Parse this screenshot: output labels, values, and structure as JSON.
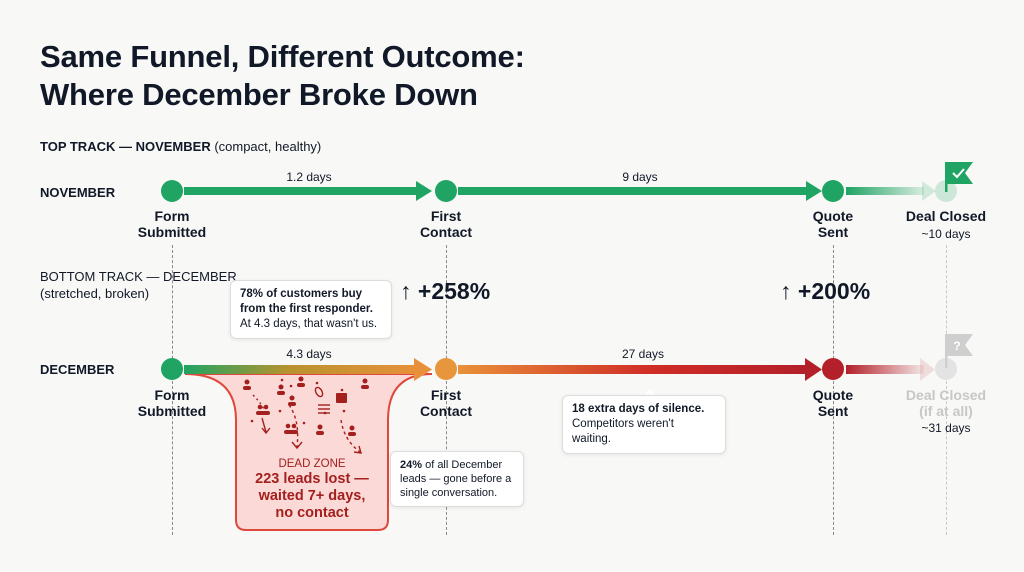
{
  "title": {
    "line1": "Same Funnel, Different Outcome:",
    "line2": "Where December Broke Down"
  },
  "top_section": {
    "label_bold": "TOP TRACK — NOVEMBER",
    "label_rest": " (compact, healthy)"
  },
  "bottom_section": {
    "label_bold": "BOTTOM TRACK — DECEMBER",
    "label_rest": "(stretched, broken)"
  },
  "november": {
    "track_label": "NOVEMBER",
    "color": "#1fa463",
    "stages": [
      {
        "label_line1": "Form",
        "label_line2": "Submitted"
      },
      {
        "label_line1": "First",
        "label_line2": "Contact"
      },
      {
        "label_line1": "Quote",
        "label_line2": "Sent"
      },
      {
        "label_line1": "Deal Closed",
        "sub": "~10 days",
        "flag_icon": "check"
      }
    ],
    "durations": [
      "1.2 days",
      "9 days"
    ]
  },
  "december": {
    "track_label": "DECEMBER",
    "colors": {
      "start": "#1fa463",
      "mid": "#e8913a",
      "end": "#b3202a"
    },
    "stages": [
      {
        "label_line1": "Form",
        "label_line2": "Submitted"
      },
      {
        "label_line1": "First",
        "label_line2": "Contact"
      },
      {
        "label_line1": "Quote",
        "label_line2": "Sent"
      },
      {
        "label_line1": "Deal Closed",
        "label_line2": "(if at all)",
        "sub": "~31 days",
        "flag_icon": "?"
      }
    ],
    "durations": [
      "4.3 days",
      "27 days"
    ]
  },
  "deltas": {
    "first_contact": {
      "arrow": "↑",
      "value": "+258%"
    },
    "quote_sent": {
      "arrow": "↑",
      "value": "+200%"
    }
  },
  "callouts": {
    "first_responder": {
      "bold": "78% of customers buy from the first responder.",
      "rest": "At 4.3 days, that wasn't us."
    },
    "silence": {
      "bold": "18 extra days of silence.",
      "rest": "Competitors weren't waiting."
    },
    "share_lost": {
      "bold": "24%",
      "rest": " of all December leads — gone before a single conversation."
    }
  },
  "dead_zone": {
    "heading": "DEAD ZONE",
    "line1": "223 leads lost —",
    "line2": "waited 7+ days,",
    "line3": "no contact",
    "fill": "#fbd9d6",
    "border": "#e0483c"
  }
}
